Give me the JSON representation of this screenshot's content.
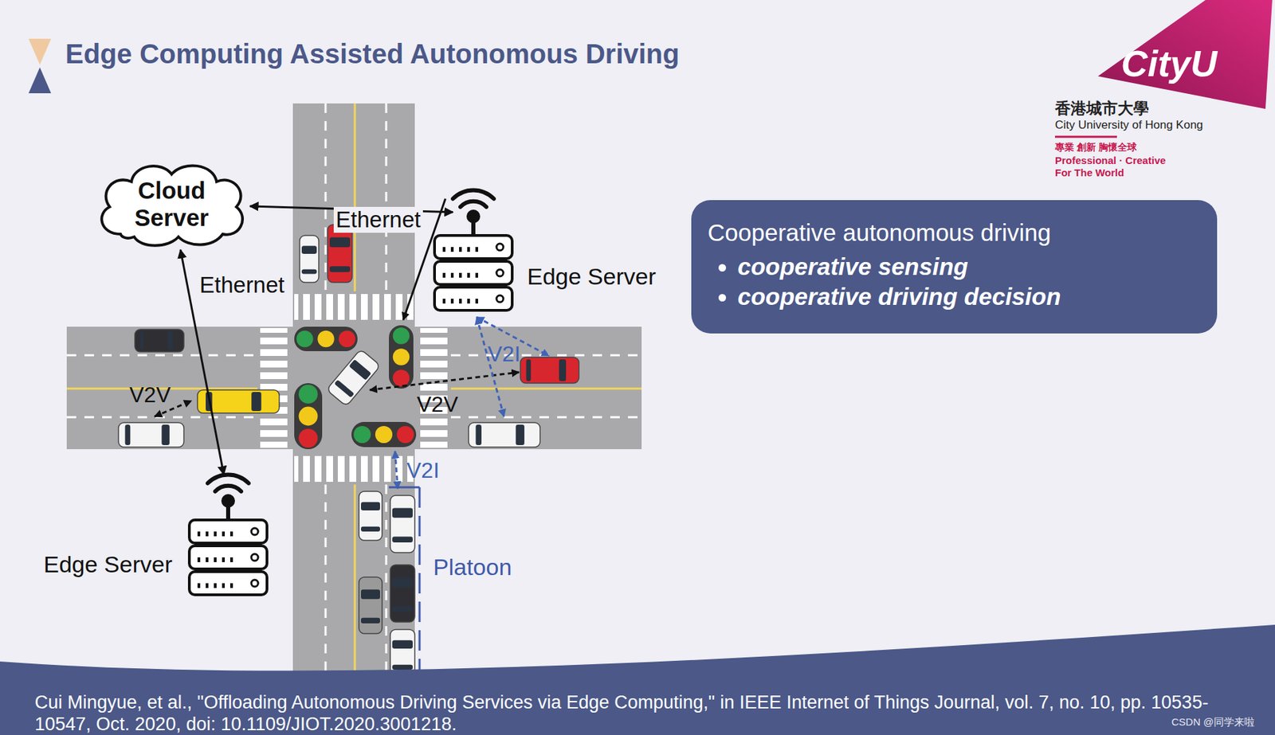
{
  "diagram": {
    "title": "Edge Computing Assisted Autonomous Driving",
    "caption": "Cui Mingyue, et al., \"Offloading Autonomous Driving Services via Edge Computing,\" in IEEE Internet of Things Journal, vol. 7, no. 10, pp. 10535-10547, Oct. 2020, doi: 10.1109/JIOT.2020.3001218.",
    "nodes": [
      {
        "text": [
          "Cloud Server"
        ]
      },
      {
        "text": [
          "Edge Server"
        ]
      },
      {
        "text": [
          "Edge Server"
        ]
      },
      {
        "text": [
          "Cooperative autonomous driving",
          "cooperative sensing",
          "cooperative driving decision"
        ]
      }
    ],
    "edges": [
      {
        "from": 0,
        "to": 1,
        "arrow": "both",
        "label": "Ethernet"
      },
      {
        "from": 0,
        "to": 2,
        "arrow": "both",
        "label": "Ethernet"
      }
    ],
    "labels": [
      "CityU",
      "香港城市大學",
      "City University of Hong Kong",
      "專業 創新 胸懷全球",
      "Professional · Creative",
      "For The World",
      "V2I",
      "V2V",
      "V2V",
      "V2I",
      "Platoon",
      "CSDN @同学来啦"
    ]
  }
}
